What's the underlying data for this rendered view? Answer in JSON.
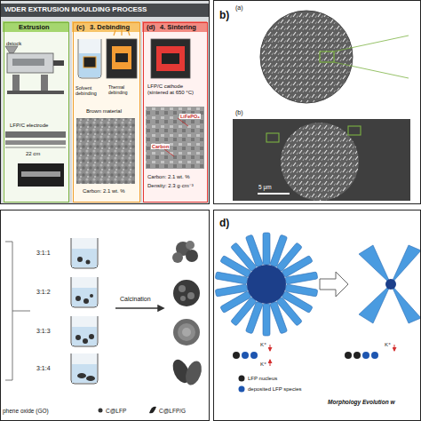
{
  "diagram": {
    "nodes": [
      {
        "text": [
          "WDER EXTRUSION MOULDING PROCESS"
        ]
      },
      {
        "text": [
          "Extrusion",
          "dstock",
          "LFP/C electrode",
          "22 cm"
        ],
        "in": 0
      },
      {
        "text": [
          "(c)",
          "3. Debinding",
          "Solvent debinding",
          "Thermal debinding",
          "Brown material",
          "Carbon: 2.1 wt. %"
        ],
        "in": 0
      },
      {
        "text": [
          "(d)",
          "4. Sintering",
          "LFP/C cathode (sintered at 650 °C)",
          "LiFePO₄",
          "Carbon",
          "Carbon: 2.1 wt. %",
          "Density: 2.3 g·cm⁻³"
        ],
        "in": 0
      },
      {
        "text": [
          "b)",
          "(a)",
          "(b)",
          "5 μm"
        ]
      },
      {
        "text": [
          "3:1:1",
          "3:1:2",
          "3:1:3",
          "3:1:4",
          "Calcination",
          "phene oxide (GO)",
          "C@LFP",
          "C@LFP/G"
        ]
      },
      {
        "text": [
          "d)",
          "LFP nucleus",
          "deposited LFP species",
          "K⁺",
          "K⁺",
          "K⁺",
          "Morphology Evolution w"
        ]
      }
    ]
  }
}
